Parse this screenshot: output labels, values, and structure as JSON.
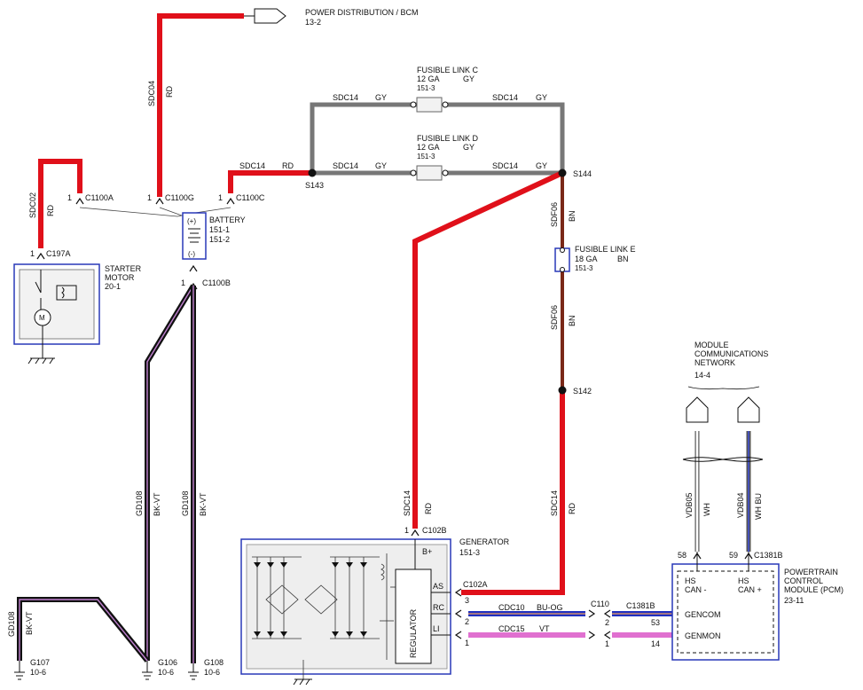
{
  "power_dist": {
    "title": "POWER DISTRIBUTION / BCM",
    "ref": "13-2"
  },
  "starter": {
    "title": "STARTER",
    "title2": "MOTOR",
    "ref": "20-1"
  },
  "battery": {
    "title": "BATTERY",
    "ref1": "151-1",
    "ref2": "151-2",
    "plus": "(+)",
    "minus": "(-)"
  },
  "fusible_c": {
    "title": "FUSIBLE LINK C",
    "gauge": "12 GA",
    "color": "GY",
    "ref": "151-3"
  },
  "fusible_d": {
    "title": "FUSIBLE LINK D",
    "gauge": "12 GA",
    "color": "GY",
    "ref": "151-3"
  },
  "fusible_e": {
    "title": "FUSIBLE LINK E",
    "gauge": "18 GA",
    "color": "BN",
    "ref": "151-3"
  },
  "network": {
    "l1": "MODULE",
    "l2": "COMMUNICATIONS",
    "l3": "NETWORK",
    "ref": "14-4"
  },
  "generator": {
    "title": "GENERATOR",
    "ref": "151-3",
    "regulator": "REGULATOR",
    "bplus": "B+",
    "as": "AS",
    "rc": "RC",
    "li": "LI"
  },
  "pcm": {
    "l1": "POWERTRAIN",
    "l2": "CONTROL",
    "l3": "MODULE (PCM)",
    "ref": "23-11",
    "hs1": "HS",
    "can_minus": "CAN -",
    "hs2": "HS",
    "can_plus": "CAN +",
    "gencom": "GENCOM",
    "genmon": "GENMON"
  },
  "splices": {
    "s143": "S143",
    "s144": "S144",
    "s142": "S142"
  },
  "connectors": {
    "c1100a": "C1100A",
    "c1100g": "C1100G",
    "c1100c": "C1100C",
    "c197a": "C197A",
    "c1100b": "C1100B",
    "c102b": "C102B",
    "c102a": "C102A",
    "c110": "C110",
    "c1381b_top": "C1381B",
    "c1381b": "C1381B"
  },
  "pins": {
    "p1a": "1",
    "p1g": "1",
    "p1c": "1",
    "p1s": "1",
    "p1b": "1",
    "p1gen": "1",
    "p3": "3",
    "p2": "2",
    "p1li": "1",
    "p2c110": "2",
    "p1c110": "1",
    "p53": "53",
    "p14": "14",
    "p58": "58",
    "p59": "59"
  },
  "wires": {
    "sdc04": "SDC04",
    "rd1": "RD",
    "sdc02": "SDC02",
    "rd2": "RD",
    "sdc14a": "SDC14",
    "rd3": "RD",
    "sdc14b": "SDC14",
    "gy1": "GY",
    "sdc14c": "SDC14",
    "gy2": "GY",
    "sdc14d": "SDC14",
    "gy3": "GY",
    "sdc14e": "SDC14",
    "gy4": "GY",
    "sdf06a": "SDF06",
    "bn1": "BN",
    "sdf06b": "SDF06",
    "bn2": "BN",
    "sdc14f": "SDC14",
    "rd4": "RD",
    "sdc14g": "SDC14",
    "rd5": "RD",
    "gd108a": "GD108",
    "bkvt1": "BK-VT",
    "gd108b": "GD108",
    "bkvt2": "BK-VT",
    "gd108c": "GD108",
    "bkvt3": "BK-VT",
    "cdc10": "CDC10",
    "buog": "BU-OG",
    "cdc15": "CDC15",
    "vt": "VT",
    "vdb05": "VDB05",
    "wh": "WH",
    "vdb04": "VDB04",
    "whbu": "WH BU"
  },
  "grounds": {
    "g107": "G107",
    "g107ref": "10-6",
    "g106": "G106",
    "g106ref": "10-6",
    "g108": "G108",
    "g108ref": "10-6"
  },
  "colors": {
    "red": "#e0101a",
    "gray": "#7a7a7a",
    "brown": "#7a2818",
    "black_violet": "#1a0a1a",
    "blue_orange": "#2030c0",
    "violet": "#e070d0",
    "box": "#2838b8"
  }
}
